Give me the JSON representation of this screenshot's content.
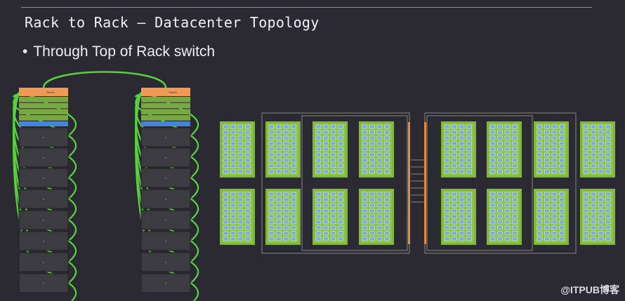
{
  "slide": {
    "title": "Rack to Rack – Datacenter Topology",
    "bullet": "Through Top of Rack switch",
    "watermark": "@ITPUB博客"
  },
  "racks": [
    {
      "name": "left-rack",
      "switch_label": "Switch"
    },
    {
      "name": "right-rack",
      "switch_label": "Switch"
    }
  ],
  "colors": {
    "background": "#2b2a33",
    "switch": "#f19a55",
    "gpu_unit": "#79a843",
    "nic": "#3f86e0",
    "server": "#3c3b40",
    "cable": "#55d43a",
    "board": "#7fb83a",
    "chip": "#7aa8e8",
    "spine": "#e8873a"
  }
}
